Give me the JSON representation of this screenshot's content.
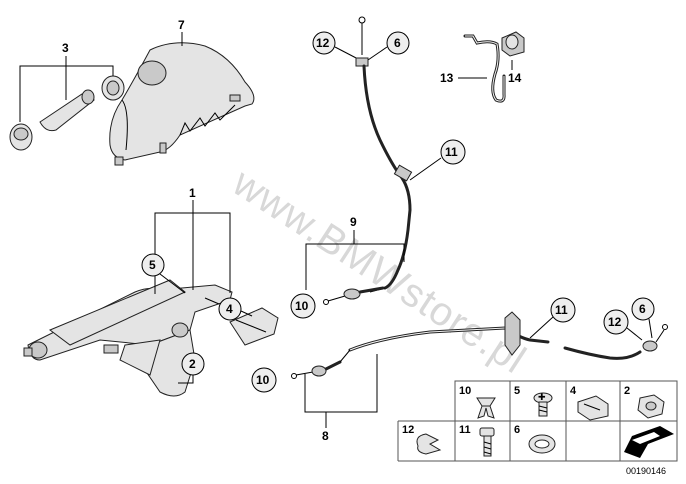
{
  "watermark": "www.BMWstore.pl",
  "reference_number": "00190146",
  "part_numbers": {
    "p1": "1",
    "p2": "2",
    "p3": "3",
    "p4": "4",
    "p5": "5",
    "p6": "6",
    "p7": "7",
    "p8": "8",
    "p9": "9",
    "p10": "10",
    "p11": "11",
    "p12": "12",
    "p13": "13",
    "p14": "14"
  },
  "legend_grid": {
    "row1": [
      "10",
      "5",
      "4",
      "2"
    ],
    "row2": [
      "12",
      "11",
      "6",
      ""
    ]
  }
}
